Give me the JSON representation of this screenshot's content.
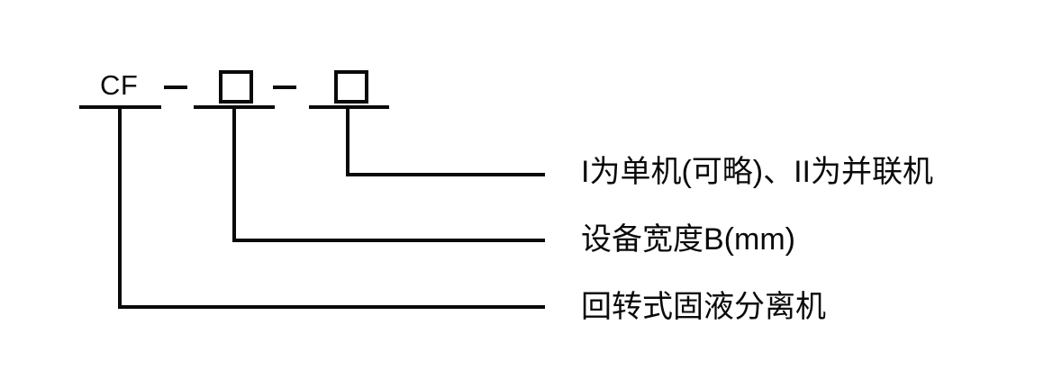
{
  "diagram": {
    "type": "model-nomenclature",
    "code": {
      "prefix": "CF",
      "separator": "—",
      "placeholder_count": 2
    },
    "callouts": [
      {
        "id": "variant",
        "label": "I为单机(可略)、II为并联机"
      },
      {
        "id": "width",
        "label": "设备宽度B(mm)"
      },
      {
        "id": "series",
        "label": "回转式固液分离机"
      }
    ],
    "colors": {
      "line": "#0a0a0a",
      "text": "#0a0a0a",
      "background": "#ffffff"
    }
  }
}
